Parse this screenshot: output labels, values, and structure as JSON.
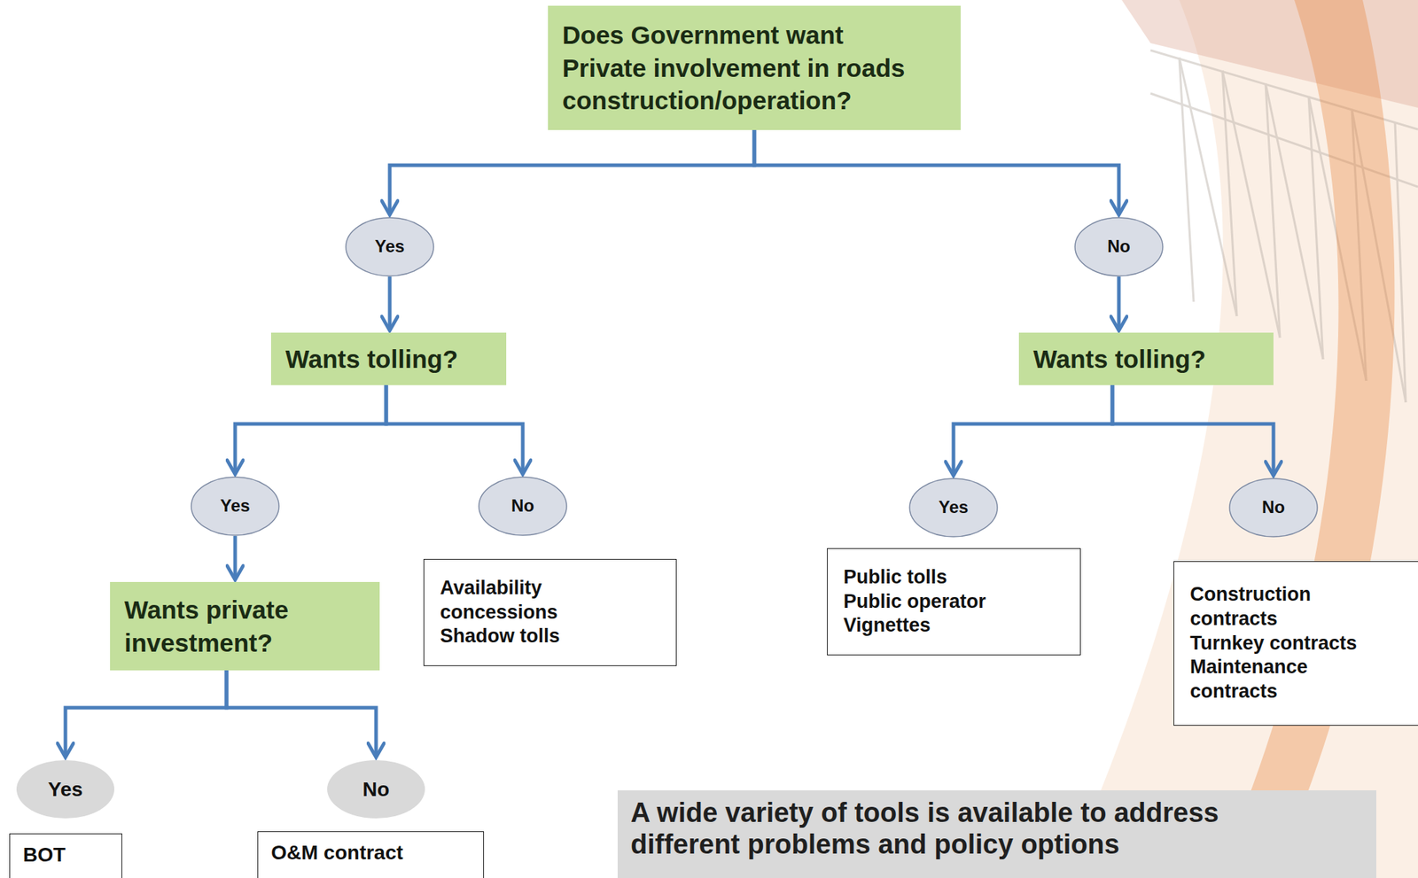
{
  "diagram": {
    "nodes": [
      {
        "text": [
          "Does Government want Private involvement in roads construction/operation?"
        ]
      },
      {
        "text": [
          "Yes"
        ]
      },
      {
        "text": [
          "No"
        ]
      },
      {
        "text": [
          "Wants tolling?"
        ]
      },
      {
        "text": [
          "Wants tolling?"
        ]
      },
      {
        "text": [
          "Yes"
        ]
      },
      {
        "text": [
          "No"
        ]
      },
      {
        "text": [
          "Yes"
        ]
      },
      {
        "text": [
          "No"
        ]
      },
      {
        "text": [
          "Wants private investment?"
        ]
      },
      {
        "text": [
          "Availability concessions",
          "Shadow tolls"
        ]
      },
      {
        "text": [
          "Public tolls",
          "Public operator",
          "Vignettes"
        ]
      },
      {
        "text": [
          "Construction contracts",
          "Turnkey contracts",
          "Maintenance contracts"
        ]
      },
      {
        "text": [
          "Yes"
        ]
      },
      {
        "text": [
          "No"
        ]
      },
      {
        "text": [
          "BOT"
        ]
      },
      {
        "text": [
          "O&M contract"
        ]
      },
      {
        "text": [
          "A wide variety of tools is available to address different problems and policy options"
        ]
      }
    ],
    "edges": [
      {
        "from": 0,
        "to": 1,
        "arrow": "to"
      },
      {
        "from": 0,
        "to": 2,
        "arrow": "to"
      },
      {
        "from": 1,
        "to": 3,
        "arrow": "to"
      },
      {
        "from": 2,
        "to": 4,
        "arrow": "to"
      },
      {
        "from": 3,
        "to": 5,
        "arrow": "to"
      },
      {
        "from": 3,
        "to": 6,
        "arrow": "to"
      },
      {
        "from": 4,
        "to": 7,
        "arrow": "to"
      },
      {
        "from": 4,
        "to": 8,
        "arrow": "to"
      },
      {
        "from": 5,
        "to": 9,
        "arrow": "to"
      },
      {
        "from": 9,
        "to": 13,
        "arrow": "to"
      },
      {
        "from": 9,
        "to": 14,
        "arrow": "to"
      }
    ]
  }
}
